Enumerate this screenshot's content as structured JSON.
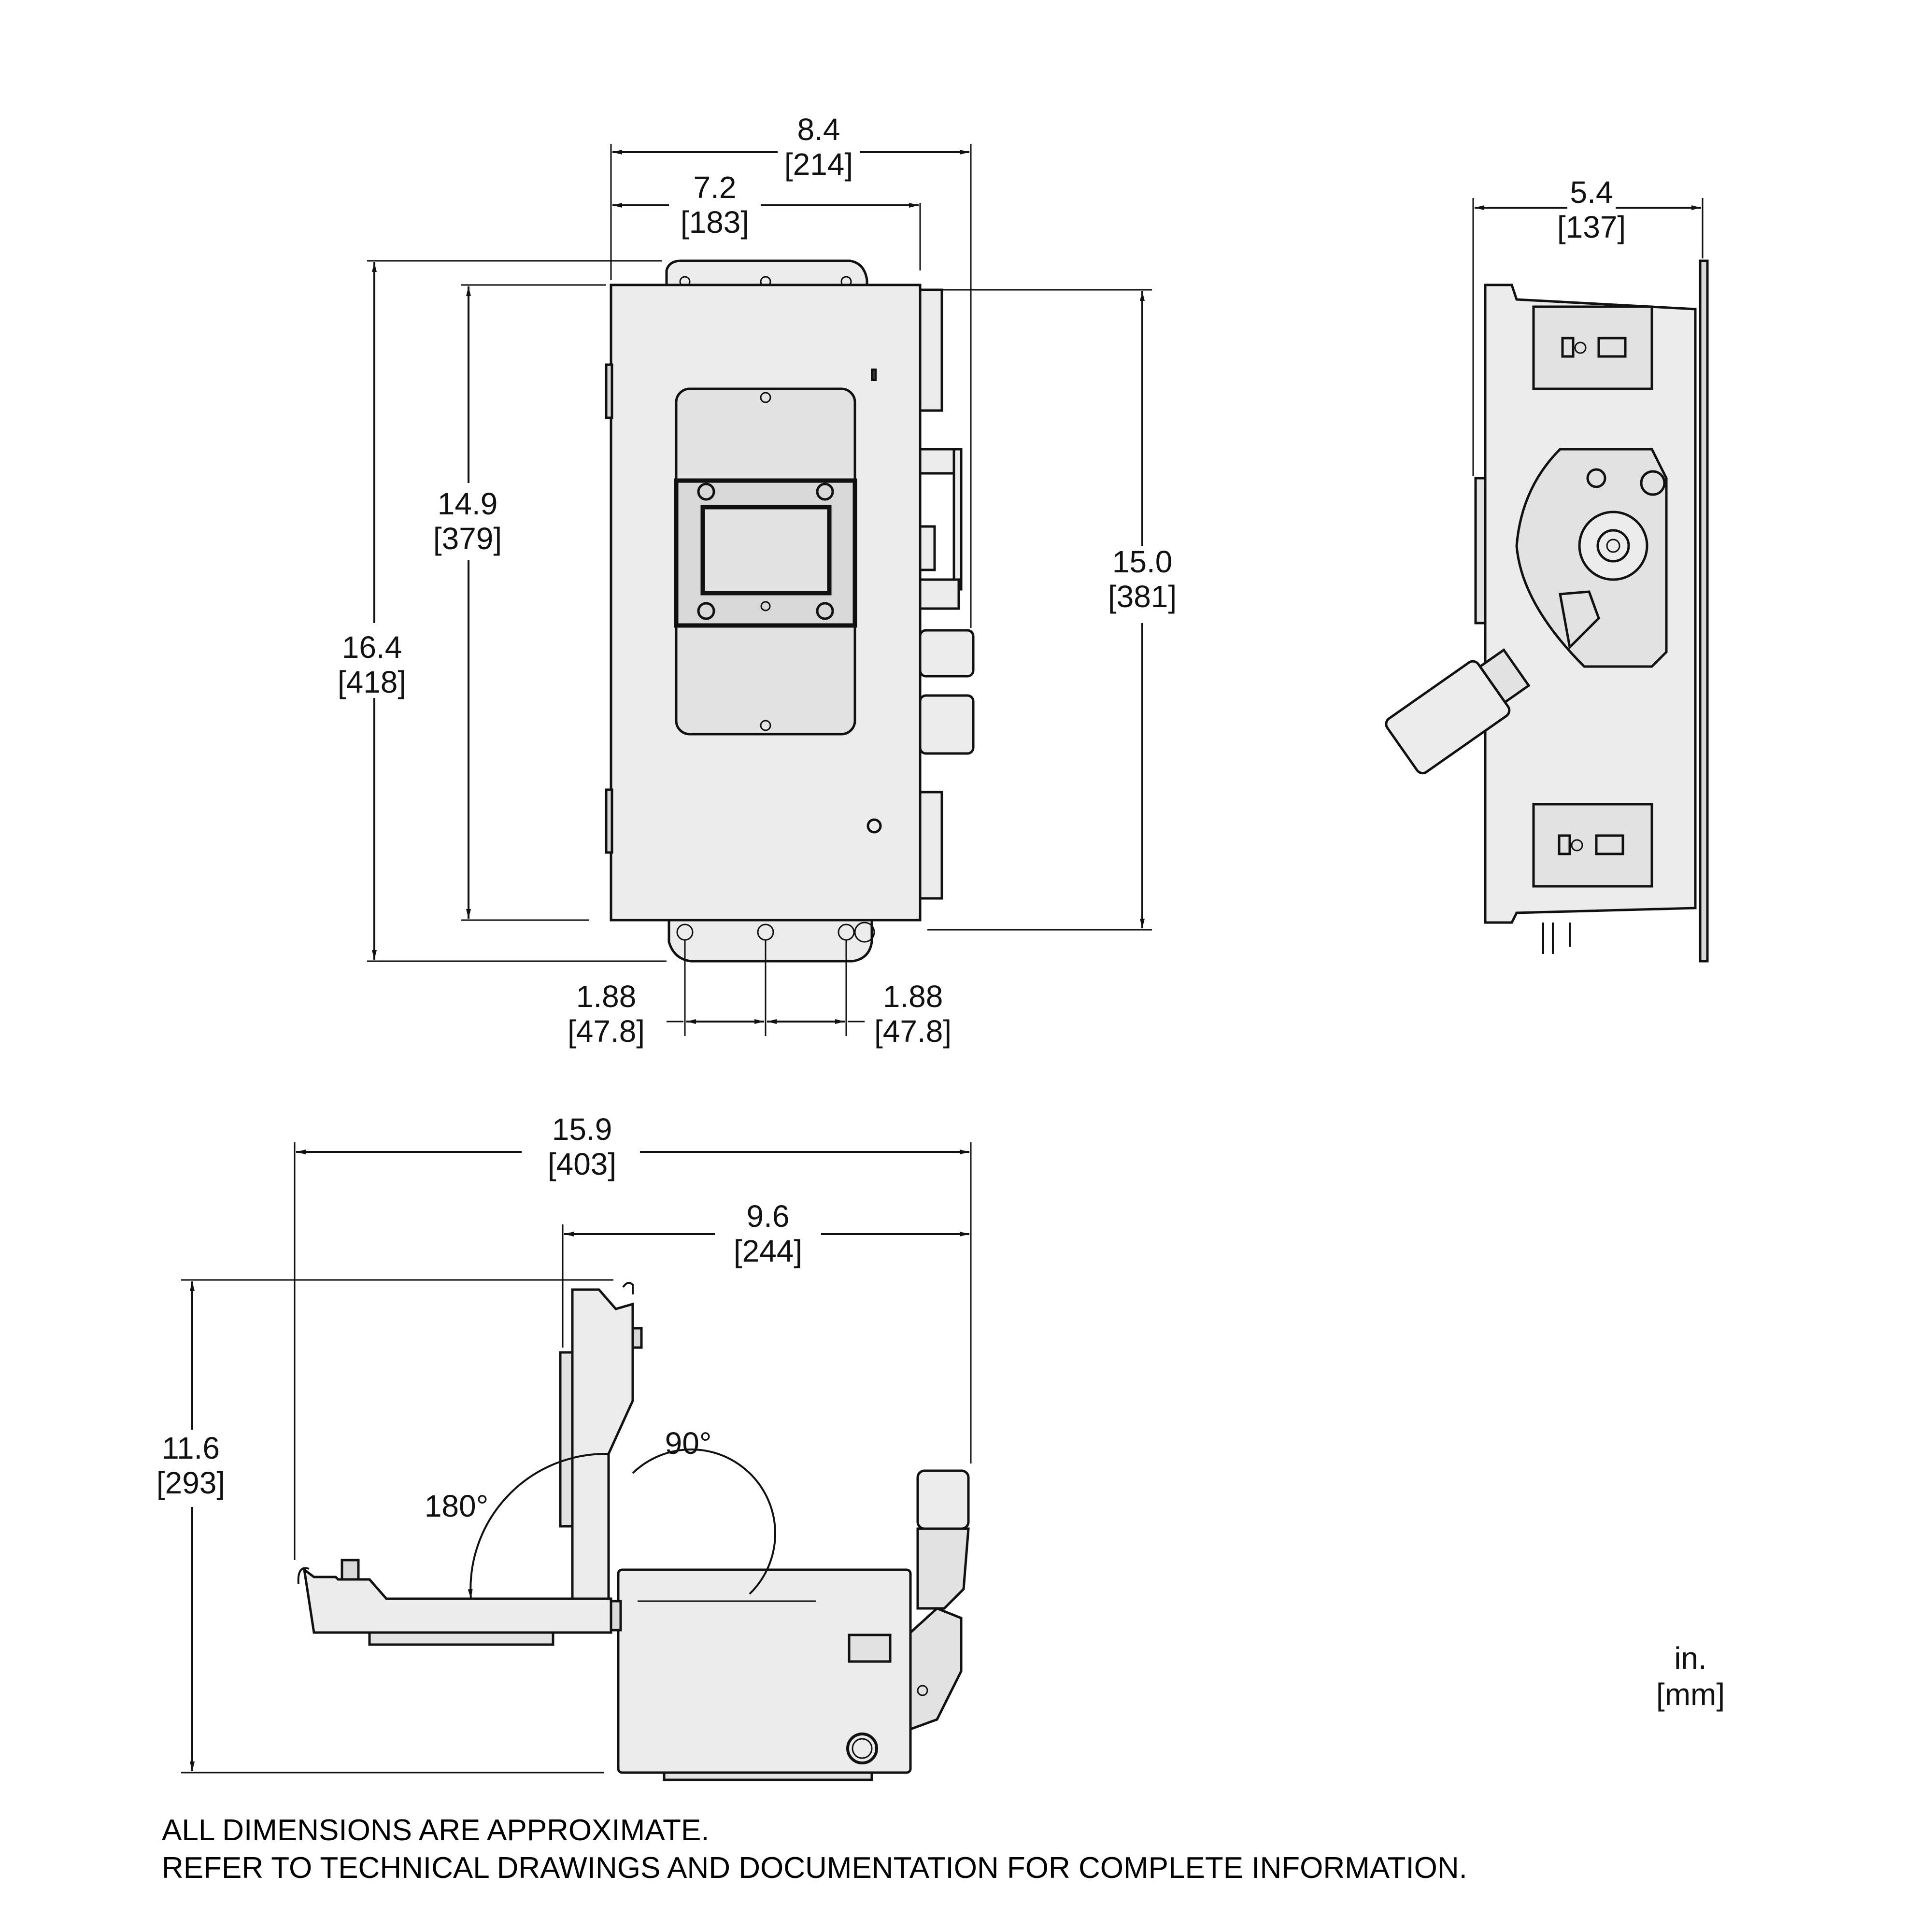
{
  "dimensions": {
    "front_width_overall": {
      "in": "8.4",
      "mm": "[214]"
    },
    "front_width_box": {
      "in": "7.2",
      "mm": "[183]"
    },
    "side_depth": {
      "in": "5.4",
      "mm": "[137]"
    },
    "height_overall": {
      "in": "16.4",
      "mm": "[418]"
    },
    "height_box": {
      "in": "14.9",
      "mm": "[379]"
    },
    "height_mounting": {
      "in": "15.0",
      "mm": "[381]"
    },
    "hole_spacing_left": {
      "in": "1.88",
      "mm": "[47.8]"
    },
    "hole_spacing_right": {
      "in": "1.88",
      "mm": "[47.8]"
    },
    "top_view_width_open": {
      "in": "15.9",
      "mm": "[403]"
    },
    "top_view_width_90": {
      "in": "9.6",
      "mm": "[244]"
    },
    "top_view_height": {
      "in": "11.6",
      "mm": "[293]"
    }
  },
  "angles": {
    "door_90": "90°",
    "door_180": "180°"
  },
  "units": {
    "line1": "in.",
    "line2": "[mm]"
  },
  "notes": {
    "line1": "ALL DIMENSIONS ARE APPROXIMATE.",
    "line2": "REFER TO TECHNICAL DRAWINGS AND DOCUMENTATION FOR COMPLETE INFORMATION."
  }
}
